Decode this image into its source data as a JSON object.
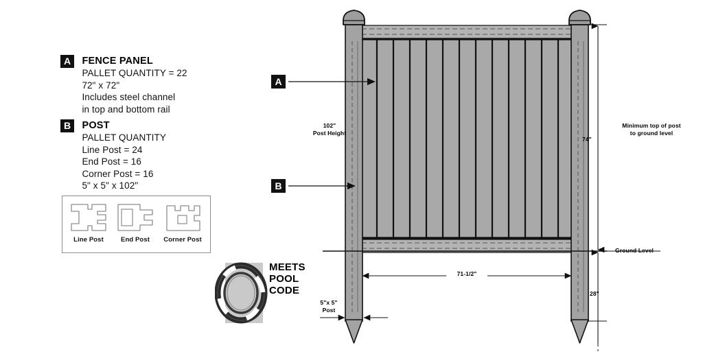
{
  "legend": {
    "items": [
      {
        "tag": "A",
        "title": "FENCE PANEL",
        "lines": [
          "PALLET QUANTITY = 22",
          "72\" x 72\"",
          "Includes steel channel",
          "in top and bottom rail"
        ]
      },
      {
        "tag": "B",
        "title": "POST",
        "lines": [
          "PALLET QUANTITY",
          "Line Post = 24",
          "End Post = 16",
          "Corner Post = 16",
          "5\" x 5\" x 102\""
        ]
      }
    ]
  },
  "profiles": [
    {
      "name": "line-post",
      "label": "Line Post"
    },
    {
      "name": "end-post",
      "label": "End Post"
    },
    {
      "name": "corner-post",
      "label": "Corner Post"
    }
  ],
  "pool_badge": {
    "icon": "life-ring-icon",
    "text_lines": [
      "MEETS",
      "POOL",
      "CODE"
    ]
  },
  "drawing": {
    "callouts": [
      {
        "tag": "A",
        "target": "fence-panel"
      },
      {
        "tag": "B",
        "target": "post"
      }
    ],
    "dimensions": {
      "post_height_value": "102\"",
      "post_height_label": "Post Height",
      "above_ground_value": "74\"",
      "above_ground_label_line1": "Minimum top of post",
      "above_ground_label_line2": "to ground level",
      "ground_level_label": "Ground Level",
      "below_ground_value": "28\"",
      "panel_width_value": "71-1/2\"",
      "post_size_line1": "5\"x 5\"",
      "post_size_line2": "Post"
    }
  },
  "colors": {
    "panel_gray": "#a9a9a9",
    "post_gray": "#a3a3a3",
    "badge_gray": "#c9c9c9",
    "line_black": "#111111",
    "profile_outline": "#8d8d8d"
  }
}
